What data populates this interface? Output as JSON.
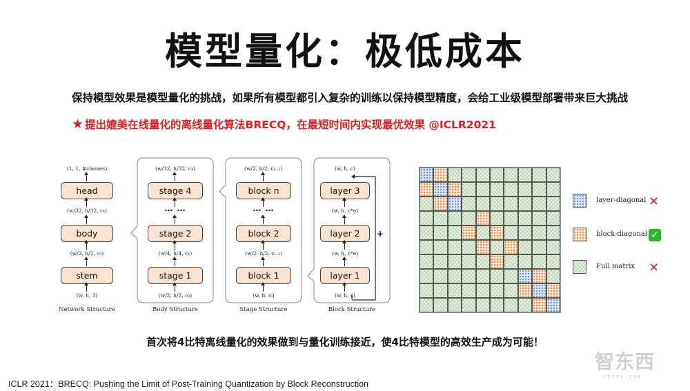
{
  "title": "模型量化：极低成本",
  "line1": "保持模型效果是模型量化的挑战，如果所有模型都引入复杂的训练以保持模型精度，会给工业级模型部署带来巨大挑战",
  "line2": {
    "star": "★",
    "text": "提出媲美在线量化的离线量化算法BRECQ，在最短时间内实现最优效果 @ICLR2021",
    "color": "#e02020"
  },
  "diagram": {
    "box_color": "#fbe3d2",
    "network": {
      "caption": "Network Structure",
      "dims": [
        "(1, 1, #classes)",
        "(w/32, h/32, c₄)",
        "(w/2, h/2, c₀)",
        "(w, h, 3)"
      ],
      "boxes": [
        "head",
        "body",
        "stem"
      ]
    },
    "body": {
      "caption": "Body Structure",
      "dims": [
        "(w/32, h/32, c₄)",
        "(w/4, h/4, c₁)",
        "(w/2, h/2, c₀)"
      ],
      "boxes": [
        "stage 4",
        "stage 2",
        "stage 1"
      ],
      "dots": "⋯ ⋯"
    },
    "stage": {
      "caption": "Stage Structure",
      "dims": [
        "(w/2, h/2, cₙ₋₁)",
        "(w/2, h/2, cᵢ₋₁)",
        "(w, h, cᵢ)"
      ],
      "boxes": [
        "block n",
        "block 2",
        "block 1"
      ],
      "dots": "⋯ ⋯"
    },
    "block": {
      "caption": "Block Structure",
      "dims": [
        "(w, h, c)",
        "(w, h, c*e)",
        "(w, h, c*e)",
        "(w, h, c)"
      ],
      "boxes": [
        "layer 3",
        "layer 2",
        "layer 1"
      ],
      "residual": "+"
    }
  },
  "matrix": {
    "size": 10,
    "blue_cells": [
      [
        0,
        0
      ],
      [
        1,
        1
      ],
      [
        2,
        2
      ],
      [
        7,
        7
      ],
      [
        8,
        8
      ],
      [
        9,
        9
      ]
    ],
    "orange_cells": [
      [
        0,
        1
      ],
      [
        1,
        0
      ],
      [
        1,
        2
      ],
      [
        2,
        1
      ],
      [
        3,
        4
      ],
      [
        4,
        3
      ],
      [
        4,
        5
      ],
      [
        5,
        4
      ],
      [
        5,
        6
      ],
      [
        6,
        5
      ],
      [
        7,
        8
      ],
      [
        8,
        7
      ],
      [
        8,
        9
      ],
      [
        9,
        8
      ]
    ],
    "colors": {
      "blue": "#6b8fe0",
      "orange": "#ef9152",
      "green": "#e8f2e2"
    }
  },
  "legend": [
    {
      "label": "layer-diagonal",
      "mark": "✕",
      "mark_icon": "cross-icon",
      "style": "blue"
    },
    {
      "label": "block-diagonal",
      "mark": "✓",
      "mark_icon": "check-icon",
      "style": "orange"
    },
    {
      "label": "Full matrix",
      "mark": "✕",
      "mark_icon": "cross-icon",
      "style": "full"
    }
  ],
  "summary": "首次将4比特离线量化的效果做到与量化训练接近，使4比特模型的高效生产成为可能！",
  "citation": "ICLR 2021：BRECQ: Pushing the Limit of Post-Training Quantization by Block Reconstruction",
  "watermark": "智东西",
  "watermark_sub": "zhidx.com"
}
